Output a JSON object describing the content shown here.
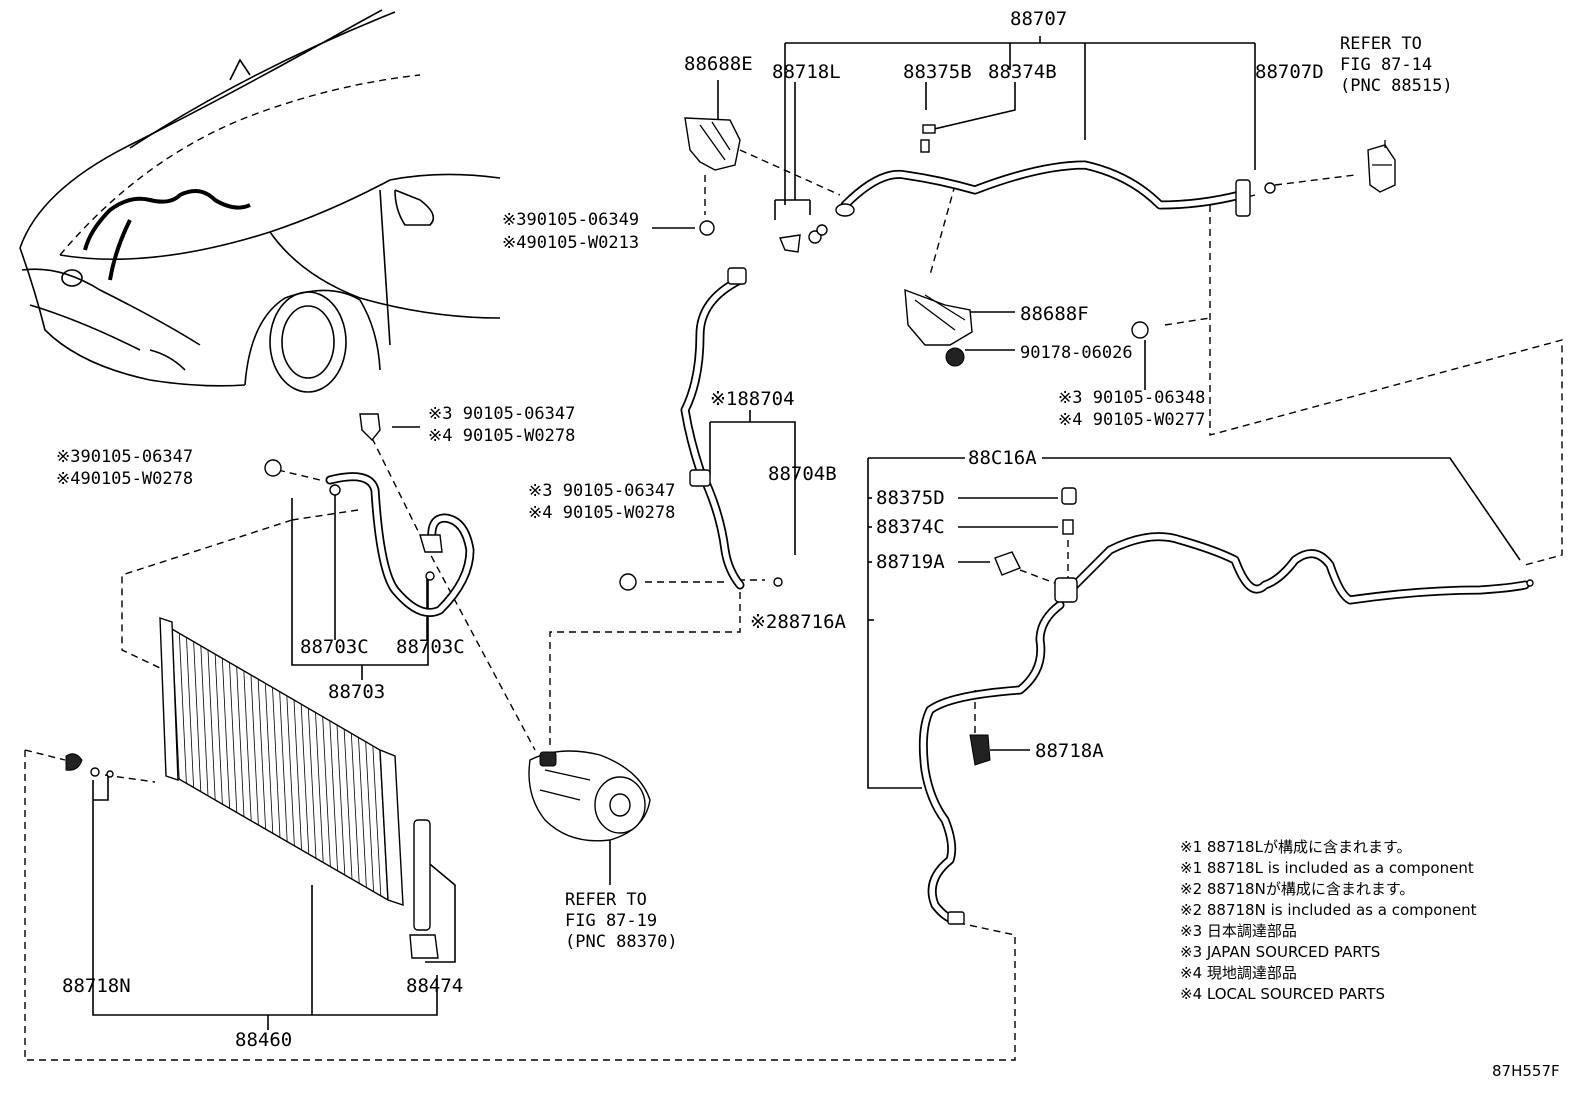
{
  "diagram_code": "87H557F",
  "labels": {
    "p88707": "88707",
    "p88688E": "88688E",
    "p88718L": "88718L",
    "p88375B": "88375B",
    "p88374B": "88374B",
    "p88707D": "88707D",
    "refer_a1": "REFER TO",
    "refer_a2": "FIG 87-14",
    "refer_a3": "(PNC 88515)",
    "b_90105_06349": "※390105-06349",
    "b_90105_W0213": "※490105-W0213",
    "p88688F": "88688F",
    "n_90178_06026": "90178-06026",
    "b_90105_06348": "※3 90105-06348",
    "b_90105_W0277": "※4 90105-W0277",
    "p88704": "※188704",
    "p88704B": "88704B",
    "b_06347_a": "※3 90105-06347",
    "b_W0278_a": "※4 90105-W0278",
    "b_06347_b": "※390105-06347",
    "b_W0278_b": "※490105-W0278",
    "b_06347_c": "※3 90105-06347",
    "b_W0278_c": "※4 90105-W0278",
    "p88716A": "※288716A",
    "p88C16A": "88C16A",
    "p88375D": "88375D",
    "p88374C": "88374C",
    "p88719A": "88719A",
    "p88718A": "88718A",
    "p88703C_1": "88703C",
    "p88703C_2": "88703C",
    "p88703": "88703",
    "refer_b1": "REFER TO",
    "refer_b2": "FIG 87-19",
    "refer_b3": "(PNC 88370)",
    "p88718N": "88718N",
    "p88474": "88474",
    "p88460": "88460"
  },
  "notes": [
    "※1 88718Lが構成に含まれます。",
    "※1 88718L is included as a component",
    "※2 88718Nが構成に含まれます。",
    "※2 88718N is included as a component",
    "※3 日本調達部品",
    "※3 JAPAN SOURCED PARTS",
    "※4 現地調達部品",
    "※4 LOCAL SOURCED PARTS"
  ]
}
